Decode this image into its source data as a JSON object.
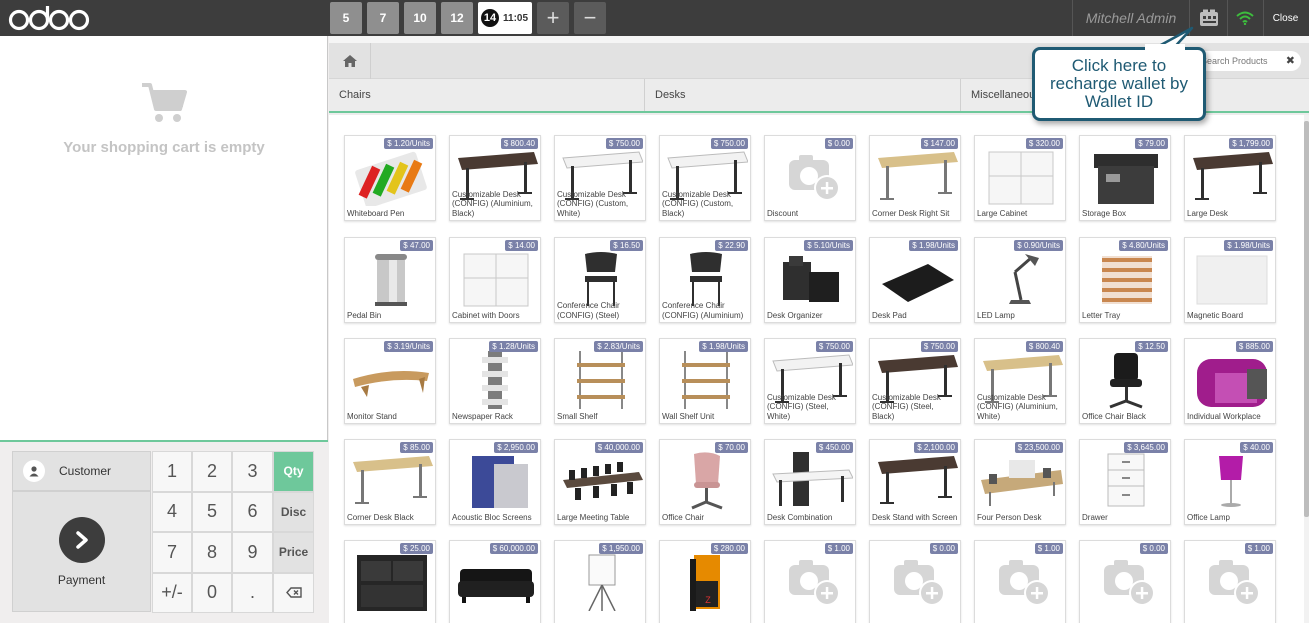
{
  "app": {
    "logo_text": "odoo"
  },
  "topbar": {
    "orders": [
      "5",
      "7",
      "10",
      "12"
    ],
    "active_order": {
      "seq": "14",
      "time": "11:05"
    },
    "add_order_icon": "plus-icon",
    "remove_order_icon": "minus-icon",
    "user": "Mitchell Admin",
    "wallet_icon": "wallet-icon",
    "connection_icon": "wifi-icon",
    "connection_color": "#3dbd3d",
    "close_label": "Close"
  },
  "cart": {
    "empty_message": "Your shopping cart is empty",
    "icon": "cart-icon"
  },
  "numpad": {
    "customer_label": "Customer",
    "payment_label": "Payment",
    "keys": [
      "1",
      "2",
      "3",
      "Qty",
      "4",
      "5",
      "6",
      "Disc",
      "7",
      "8",
      "9",
      "Price",
      "+/-",
      "0",
      ".",
      "backspace"
    ],
    "selected_mode": "Qty"
  },
  "breadcrumb": {
    "home_icon": "home-icon"
  },
  "search": {
    "placeholder": "Search Products",
    "clear_icon": "close-icon"
  },
  "categories": [
    "Chairs",
    "Desks",
    "Miscellaneous"
  ],
  "products": [
    {
      "name": "Whiteboard Pen",
      "price": "$ 1.20/Units",
      "icon": "markers"
    },
    {
      "name": "Customizable Desk (CONFIG) (Aluminium, Black)",
      "price": "$ 800.40",
      "icon": "desk-dark"
    },
    {
      "name": "Customizable Desk (CONFIG) (Custom, White)",
      "price": "$ 750.00",
      "icon": "desk-white"
    },
    {
      "name": "Customizable Desk (CONFIG) (Custom, Black)",
      "price": "$ 750.00",
      "icon": "desk-white"
    },
    {
      "name": "Discount",
      "price": "$ 0.00",
      "icon": "camera-placeholder"
    },
    {
      "name": "Corner Desk Right Sit",
      "price": "$ 147.00",
      "icon": "desk-wood"
    },
    {
      "name": "Large Cabinet",
      "price": "$ 320.00",
      "icon": "cabinet"
    },
    {
      "name": "Storage Box",
      "price": "$ 79.00",
      "icon": "box"
    },
    {
      "name": "Large Desk",
      "price": "$ 1,799.00",
      "icon": "desk-dark"
    },
    {
      "name": "Pedal Bin",
      "price": "$ 47.00",
      "icon": "bin"
    },
    {
      "name": "Cabinet with Doors",
      "price": "$ 14.00",
      "icon": "cabinet"
    },
    {
      "name": "Conference Chair (CONFIG) (Steel)",
      "price": "$ 16.50",
      "icon": "chair"
    },
    {
      "name": "Conference Chair (CONFIG) (Aluminium)",
      "price": "$ 22.90",
      "icon": "chair"
    },
    {
      "name": "Desk Organizer",
      "price": "$ 5.10/Units",
      "icon": "organizer"
    },
    {
      "name": "Desk Pad",
      "price": "$ 1.98/Units",
      "icon": "pad"
    },
    {
      "name": "LED Lamp",
      "price": "$ 0.90/Units",
      "icon": "lamp"
    },
    {
      "name": "Letter Tray",
      "price": "$ 4.80/Units",
      "icon": "tray"
    },
    {
      "name": "Magnetic Board",
      "price": "$ 1.98/Units",
      "icon": "board"
    },
    {
      "name": "Monitor Stand",
      "price": "$ 3.19/Units",
      "icon": "stand"
    },
    {
      "name": "Newspaper Rack",
      "price": "$ 1.28/Units",
      "icon": "rack"
    },
    {
      "name": "Small Shelf",
      "price": "$ 2.83/Units",
      "icon": "shelf"
    },
    {
      "name": "Wall Shelf Unit",
      "price": "$ 1.98/Units",
      "icon": "shelf"
    },
    {
      "name": "Customizable Desk (CONFIG) (Steel, White)",
      "price": "$ 750.00",
      "icon": "desk-white"
    },
    {
      "name": "Customizable Desk (CONFIG) (Steel, Black)",
      "price": "$ 750.00",
      "icon": "desk-dark"
    },
    {
      "name": "Customizable Desk (CONFIG) (Aluminium, White)",
      "price": "$ 800.40",
      "icon": "desk-wood"
    },
    {
      "name": "Office Chair Black",
      "price": "$ 12.50",
      "icon": "office-chair"
    },
    {
      "name": "Individual Workplace",
      "price": "$ 885.00",
      "icon": "workplace"
    },
    {
      "name": "Corner Desk Black",
      "price": "$ 85.00",
      "icon": "desk-wood"
    },
    {
      "name": "Acoustic Bloc Screens",
      "price": "$ 2,950.00",
      "icon": "screens"
    },
    {
      "name": "Large Meeting Table",
      "price": "$ 40,000.00",
      "icon": "meeting"
    },
    {
      "name": "Office Chair",
      "price": "$ 70.00",
      "icon": "pink-chair"
    },
    {
      "name": "Desk Combination",
      "price": "$ 450.00",
      "icon": "desk-combo"
    },
    {
      "name": "Desk Stand with Screen",
      "price": "$ 2,100.00",
      "icon": "desk-dark"
    },
    {
      "name": "Four Person Desk",
      "price": "$ 23,500.00",
      "icon": "four-desk"
    },
    {
      "name": "Drawer",
      "price": "$ 3,645.00",
      "icon": "drawer"
    },
    {
      "name": "Office Lamp",
      "price": "$ 40.00",
      "icon": "office-lamp"
    },
    {
      "name": "",
      "price": "$ 25.00",
      "icon": "black-cabinet"
    },
    {
      "name": "",
      "price": "$ 60,000.00",
      "icon": "sofa"
    },
    {
      "name": "",
      "price": "$ 1,950.00",
      "icon": "flipchart"
    },
    {
      "name": "",
      "price": "$ 280.00",
      "icon": "software-box"
    },
    {
      "name": "",
      "price": "$ 1.00",
      "icon": "camera-placeholder"
    },
    {
      "name": "",
      "price": "$ 0.00",
      "icon": "camera-placeholder"
    },
    {
      "name": "",
      "price": "$ 1.00",
      "icon": "camera-placeholder"
    },
    {
      "name": "",
      "price": "$ 0.00",
      "icon": "camera-placeholder"
    },
    {
      "name": "",
      "price": "$ 1.00",
      "icon": "camera-placeholder"
    }
  ],
  "tooltip": {
    "text": "Click here to recharge wallet by Wallet ID"
  },
  "colors": {
    "accent": "#6ec89b",
    "price_badge": "#7a81a8",
    "topbar": "#3d3d3d",
    "tooltip_border": "#1f5a73"
  }
}
